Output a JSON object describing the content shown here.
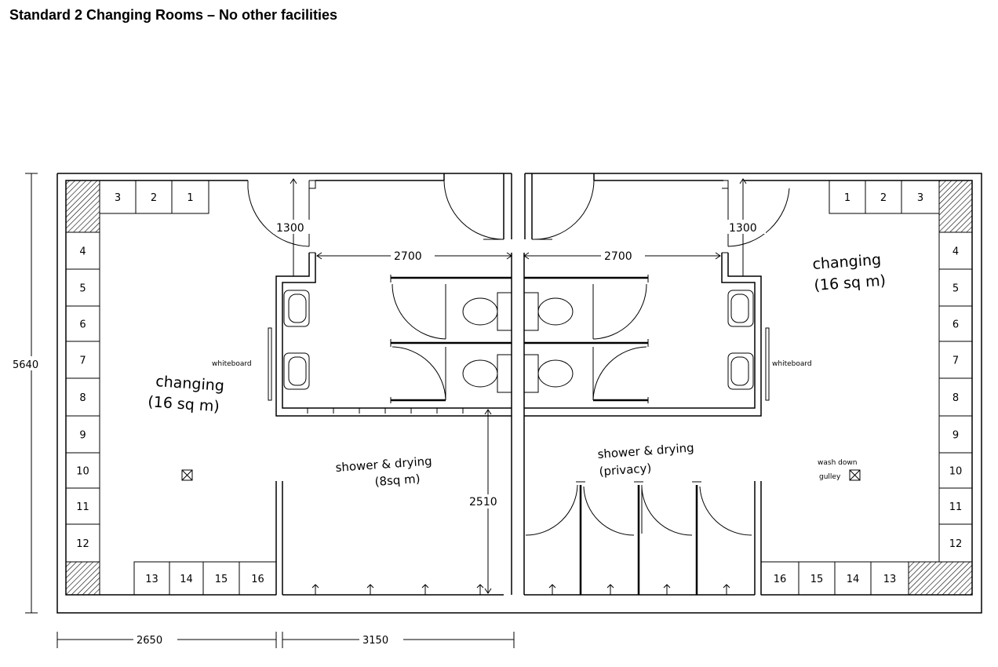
{
  "title": "Standard 2 Changing Rooms – No other facilities",
  "left_room": {
    "lockers_top": [
      "3",
      "2",
      "1"
    ],
    "lockers_side": [
      "4",
      "5",
      "6",
      "7",
      "8",
      "9",
      "10",
      "11",
      "12"
    ],
    "lockers_bottom": [
      "13",
      "14",
      "15",
      "16"
    ],
    "changing_label_line1": "changing",
    "changing_label_line2": "(16 sq m)",
    "whiteboard_label": "whiteboard",
    "shower_label_line1": "shower & drying",
    "shower_label_line2": "(8sq m)"
  },
  "right_room": {
    "lockers_top": [
      "1",
      "2",
      "3"
    ],
    "lockers_side": [
      "4",
      "5",
      "6",
      "7",
      "8",
      "9",
      "10",
      "11",
      "12"
    ],
    "lockers_bottom": [
      "16",
      "15",
      "14",
      "13"
    ],
    "changing_label_line1": "changing",
    "changing_label_line2": "(16 sq m)",
    "whiteboard_label": "whiteboard",
    "shower_label_line1": "shower & drying",
    "shower_label_line2": "(privacy)",
    "gulley_label_line1": "wash down",
    "gulley_label_line2": "gulley"
  },
  "dimensions": {
    "corridor_left": "1300",
    "corridor_right": "1300",
    "toilet_width_left": "2700",
    "toilet_width_right": "2700",
    "overall_height": "5640",
    "shower_depth": "2510",
    "bottom_left": "2650",
    "bottom_right": "3150"
  }
}
